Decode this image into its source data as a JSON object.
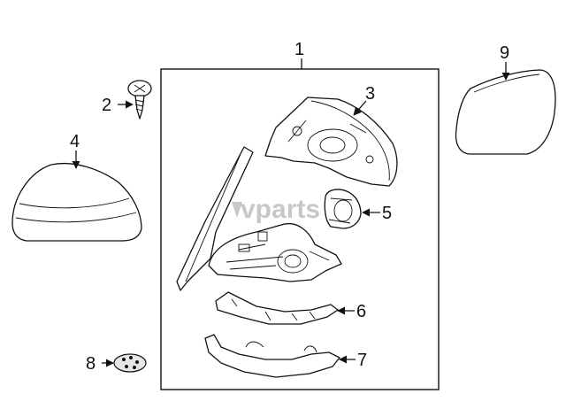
{
  "callouts": {
    "c1": "1",
    "c2": "2",
    "c3": "3",
    "c4": "4",
    "c5": "5",
    "c6": "6",
    "c7": "7",
    "c8": "8",
    "c9": "9"
  },
  "watermark": "vparts",
  "colors": {
    "ink": "#111111",
    "background": "#ffffff",
    "watermark": "#9a9a9a"
  }
}
